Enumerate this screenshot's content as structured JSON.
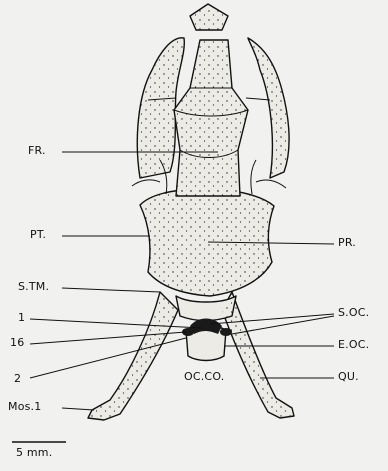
{
  "labels": {
    "fr": "FR.",
    "pt": "PT.",
    "pr": "PR.",
    "stm": "S.TM.",
    "one": "1",
    "sixteen": "16",
    "two": "2",
    "soc": "S.OC.",
    "eoc": "E.OC.",
    "occo": "OC.CO.",
    "qu": "QU.",
    "mos1": "Mos.1"
  },
  "scale_bar": {
    "label": "5 mm."
  },
  "colors": {
    "ink": "#111111",
    "background": "#f1f1ef",
    "bone_fill": "#ecebe6"
  }
}
